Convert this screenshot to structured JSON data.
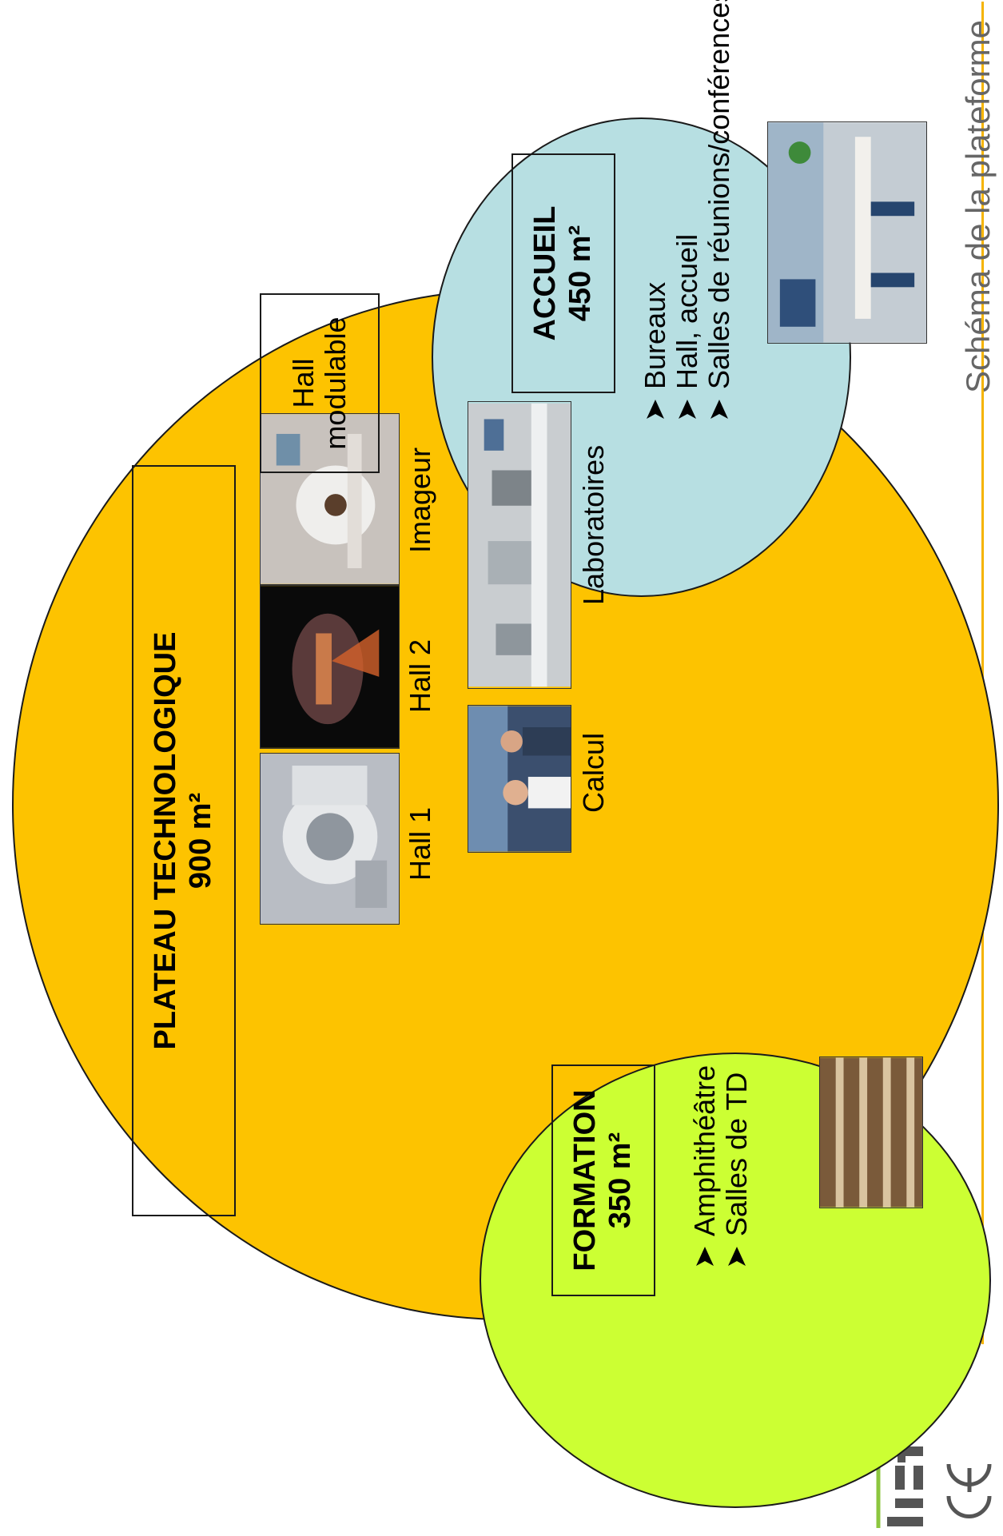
{
  "header": {
    "title": "Schéma de la plateforme"
  },
  "logos": {
    "cea": "cea",
    "list": "list"
  },
  "plateau": {
    "title": "PLATEAU TECHNOLOGIQUE",
    "area": "900 m²",
    "labels": {
      "hall1": "Hall 1",
      "hall2": "Hall 2",
      "imageur": "Imageur",
      "hall_modulable_1": "Hall",
      "hall_modulable_2": "modulable",
      "calcul": "Calcul",
      "laboratoires": "Laboratoires"
    }
  },
  "formation": {
    "title": "FORMATION",
    "area": "350 m²",
    "items": [
      "Amphithéâtre",
      "Salles de TD"
    ]
  },
  "accueil": {
    "title": "ACCUEIL",
    "area": "450 m²",
    "items": [
      "Bureaux",
      "Hall, accueil",
      "Salles de réunions/conférences"
    ]
  },
  "colors": {
    "plateau": "#fdc300",
    "formation": "#ccff33",
    "accueil": "#b7dfe2",
    "header_line": "#f5b400"
  }
}
